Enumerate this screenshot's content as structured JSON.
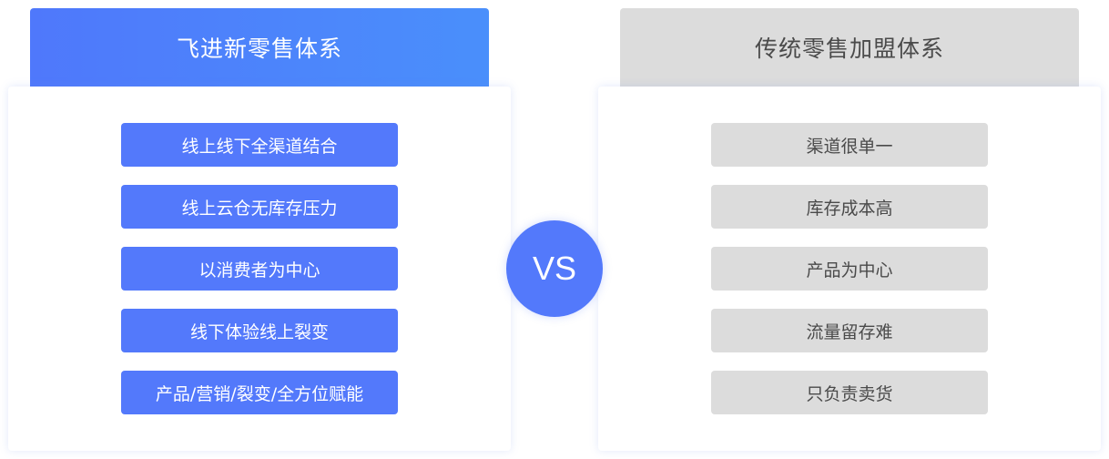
{
  "left": {
    "title": "飞进新零售体系",
    "items": [
      "线上线下全渠道结合",
      "线上云仓无库存压力",
      "以消费者为中心",
      "线下体验线上裂变",
      "产品/营销/裂变/全方位赋能"
    ]
  },
  "vs_label": "VS",
  "right": {
    "title": "传统零售加盟体系",
    "items": [
      "渠道很单一",
      "库存成本高",
      "产品为中心",
      "流量留存难",
      "只负责卖货"
    ]
  },
  "colors": {
    "accent": "#5379fb",
    "neutral": "#dcdcdc",
    "neutral_text": "#4a4a4a"
  }
}
